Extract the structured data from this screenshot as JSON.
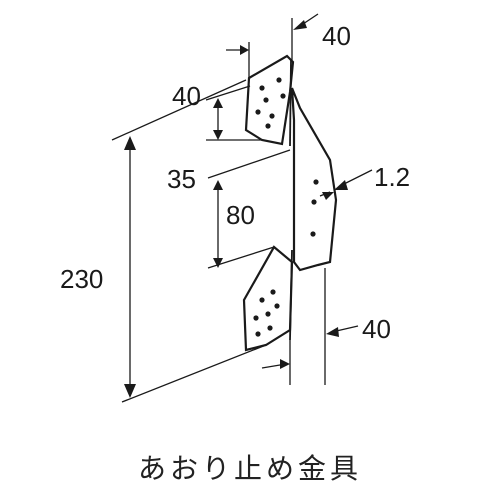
{
  "dimensions": {
    "top_right": "40",
    "top_left": "40",
    "gap": "35",
    "middle": "80",
    "total": "230",
    "thickness": "1.2",
    "bottom_right": "40"
  },
  "caption": "あおり止め金具"
}
